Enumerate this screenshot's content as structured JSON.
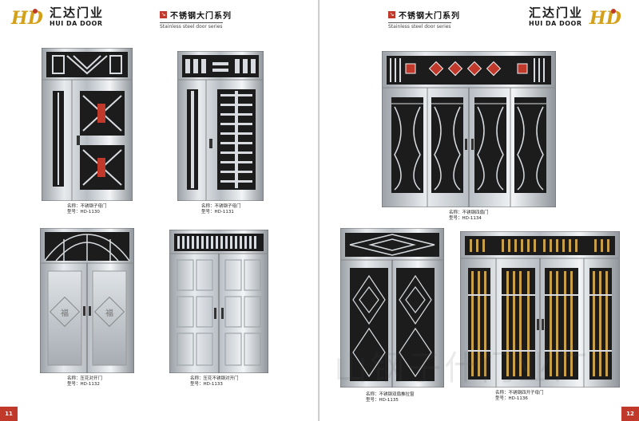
{
  "brand": {
    "cn": "汇达门业",
    "en": "HUI DA DOOR"
  },
  "series": {
    "cn": "不锈钢大门系列",
    "en": "Stainless steel door series"
  },
  "pages": {
    "left": "11",
    "right": "12"
  },
  "watermark": "山钢子什门业厂",
  "doors": [
    {
      "name": "名称：不锈钢子母门",
      "model": "型号：HD-1130"
    },
    {
      "name": "名称：不锈钢子母门",
      "model": "型号：HD-1131"
    },
    {
      "name": "名称：不锈钢四扇门",
      "model": "型号：HD-1134"
    },
    {
      "name": "名称：压花对开门",
      "model": "型号：HD-1132"
    },
    {
      "name": "名称：压花不锈钢对开门",
      "model": "型号：HD-1133"
    },
    {
      "name": "名称：不锈钢双扇推拉窗",
      "model": "型号：HD-1135"
    },
    {
      "name": "名称：不锈钢四开子母门",
      "model": "型号：HD-1136"
    }
  ]
}
